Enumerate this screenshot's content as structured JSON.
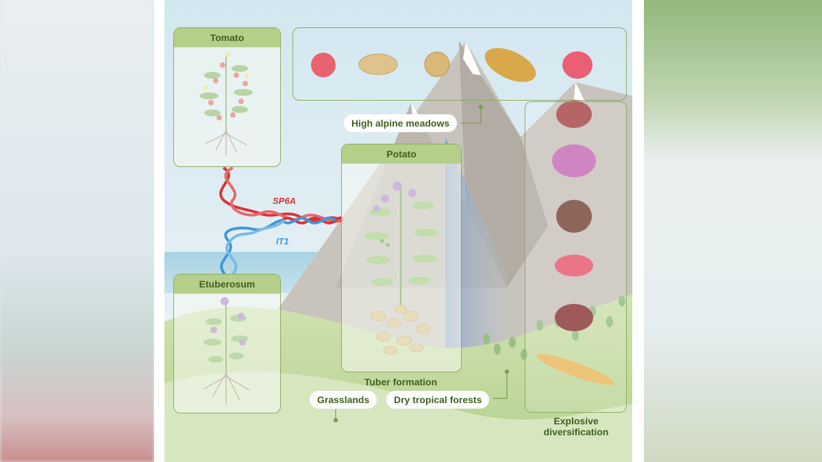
{
  "panels": {
    "tomato": "Tomato",
    "potato": "Potato",
    "etuberosum": "Etuberosum"
  },
  "genes": {
    "sp6a": "SP6A",
    "it1": "IT1"
  },
  "habitats": {
    "alpine": "High alpine meadows",
    "grasslands": "Grasslands",
    "tropical": "Dry tropical forests"
  },
  "labels": {
    "tuber_formation": "Tuber formation",
    "diversification_line1": "Explosive",
    "diversification_line2": "diversification"
  },
  "colors": {
    "panel_border": "#8aab5c",
    "panel_header": "#b4cf8a",
    "text_green": "#3f5e1f",
    "gene_sp6a": "#d9343a",
    "gene_it1": "#3f97d8"
  }
}
